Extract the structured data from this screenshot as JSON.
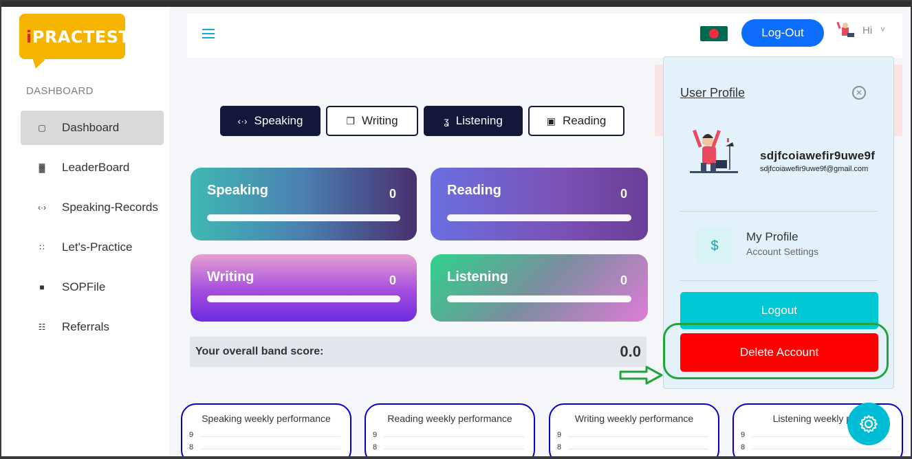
{
  "brand": {
    "logo_text": "PRACTEST",
    "logo_i": "i"
  },
  "sidebar": {
    "heading": "DASHBOARD",
    "items": [
      {
        "label": "Dashboard",
        "icon": "bag-icon",
        "glyph": "▢",
        "active": true
      },
      {
        "label": "LeaderBoard",
        "icon": "bar-chart-icon",
        "glyph": "▓",
        "active": false
      },
      {
        "label": "Speaking-Records",
        "icon": "waveform-icon",
        "glyph": "‹·›",
        "active": false
      },
      {
        "label": "Let's-Practice",
        "icon": "dots-grid-icon",
        "glyph": "∷",
        "active": false
      },
      {
        "label": "SOPFile",
        "icon": "file-icon",
        "glyph": "■",
        "active": false
      },
      {
        "label": "Referrals",
        "icon": "referral-icon",
        "glyph": "☷",
        "active": false
      }
    ]
  },
  "topbar": {
    "logout_label": "Log-Out",
    "greeting": "Hi",
    "caret": "˅"
  },
  "tabs": [
    {
      "label": "Speaking",
      "style": "dark",
      "icon": "waveform-icon",
      "glyph": "‹·›"
    },
    {
      "label": "Writing",
      "style": "light",
      "icon": "document-icon",
      "glyph": "❐"
    },
    {
      "label": "Listening",
      "style": "dark",
      "icon": "ear-icon",
      "glyph": "ʓ"
    },
    {
      "label": "Reading",
      "style": "light",
      "icon": "book-icon",
      "glyph": "▣"
    }
  ],
  "score_cards": [
    {
      "title": "Speaking",
      "score": "0",
      "progress": 0
    },
    {
      "title": "Reading",
      "score": "0",
      "progress": 0
    },
    {
      "title": "Writing",
      "score": "0",
      "progress": 0
    },
    {
      "title": "Listening",
      "score": "0",
      "progress": 0
    }
  ],
  "band": {
    "label": "Your overall band score:",
    "value": "0.0"
  },
  "weekly": [
    {
      "title": "Speaking weekly performance",
      "ticks": [
        "9",
        "8"
      ]
    },
    {
      "title": "Reading weekly performance",
      "ticks": [
        "9",
        "8"
      ]
    },
    {
      "title": "Writing weekly performance",
      "ticks": [
        "9",
        "8"
      ]
    },
    {
      "title": "Listening weekly perf",
      "ticks": [
        "9",
        "8"
      ]
    }
  ],
  "profile_dropdown": {
    "title": "User Profile",
    "close_glyph": "✕",
    "username": "sdjfcoiawefir9uwe9f",
    "email": "sdjfcoiawefir9uwe9f@gmail.com",
    "my_profile": {
      "title": "My Profile",
      "subtitle": "Account Settings",
      "icon_glyph": "$"
    },
    "logout_label": "Logout",
    "delete_label": "Delete Account"
  },
  "colors": {
    "accent": "#0d6efd",
    "navy": "#13173a",
    "cyan": "#00c7d4",
    "danger": "#ff0000",
    "highlight": "#1fa53a"
  }
}
